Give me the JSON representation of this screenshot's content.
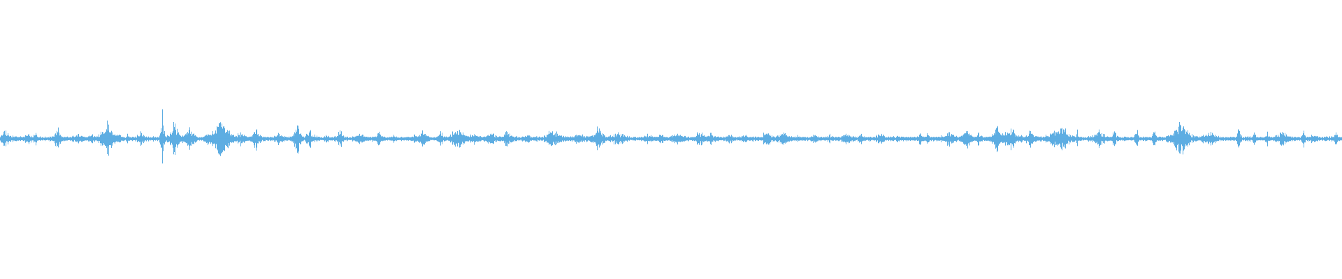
{
  "waveform": {
    "color": "#5dade2",
    "background": "#ffffff",
    "baseline_amplitude": 0.012,
    "noise_amplitude": 0.02,
    "peak_amplitudes": [
      0.09,
      0.06,
      0.11,
      0.14,
      0.07,
      0.05,
      0.16,
      0.06,
      0.08,
      0.28,
      0.18,
      0.13,
      0.08,
      0.24,
      0.09,
      0.12,
      0.06,
      0.2,
      0.08,
      0.06,
      0.1,
      0.07,
      0.11,
      0.05,
      0.07,
      0.09,
      0.08,
      0.11,
      0.06,
      0.07,
      0.09,
      0.05,
      0.1,
      0.07,
      0.06,
      0.12,
      0.08,
      0.06,
      0.05,
      0.07,
      0.06,
      0.08,
      0.06,
      0.05,
      0.06,
      0.09,
      0.07,
      0.06,
      0.05,
      0.06,
      0.06,
      0.05,
      0.07,
      0.05,
      0.12,
      0.1,
      0.08,
      0.12,
      0.09,
      0.18,
      0.11,
      0.08,
      0.1,
      0.15,
      0.08,
      0.09,
      0.17,
      0.12,
      0.14,
      0.1,
      0.21,
      0.08,
      0.09,
      0.12,
      0.09,
      0.07,
      0.1,
      0.09,
      0.06,
      0.08
    ]
  }
}
